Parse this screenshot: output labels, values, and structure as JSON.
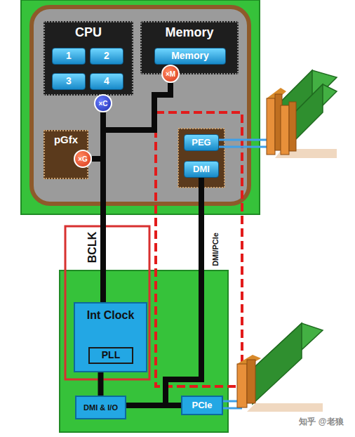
{
  "diagram": {
    "nodes": [
      {
        "text": [
          "CPU"
        ]
      },
      {
        "text": [
          "1"
        ],
        "in": 0
      },
      {
        "text": [
          "2"
        ],
        "in": 0
      },
      {
        "text": [
          "3"
        ],
        "in": 0
      },
      {
        "text": [
          "4"
        ],
        "in": 0
      },
      {
        "text": [
          "×C"
        ]
      },
      {
        "text": [
          "Memory"
        ]
      },
      {
        "text": [
          "Memory"
        ],
        "in": 6
      },
      {
        "text": [
          "×M"
        ]
      },
      {
        "text": [
          "pGfx"
        ]
      },
      {
        "text": [
          "×G"
        ]
      },
      {
        "text": [
          "PEG"
        ]
      },
      {
        "text": [
          "DMI"
        ]
      },
      {
        "text": [
          "Int Clock"
        ]
      },
      {
        "text": [
          "PLL"
        ],
        "in": 13
      },
      {
        "text": [
          "DMI & I/O"
        ]
      },
      {
        "text": [
          "PCIe"
        ]
      }
    ],
    "edges": [
      {
        "from": 13,
        "to": 5,
        "arrow": "none"
      },
      {
        "from": 13,
        "to": 10,
        "arrow": "none"
      },
      {
        "from": 13,
        "to": 8,
        "arrow": "none"
      },
      {
        "from": 13,
        "to": 15,
        "arrow": "none"
      },
      {
        "from": 15,
        "to": 16,
        "arrow": "none"
      },
      {
        "from": 12,
        "to": 16,
        "arrow": "none"
      }
    ],
    "labels": [
      "BCLK",
      "DMI/PCIe",
      "知乎 @老狼"
    ]
  }
}
